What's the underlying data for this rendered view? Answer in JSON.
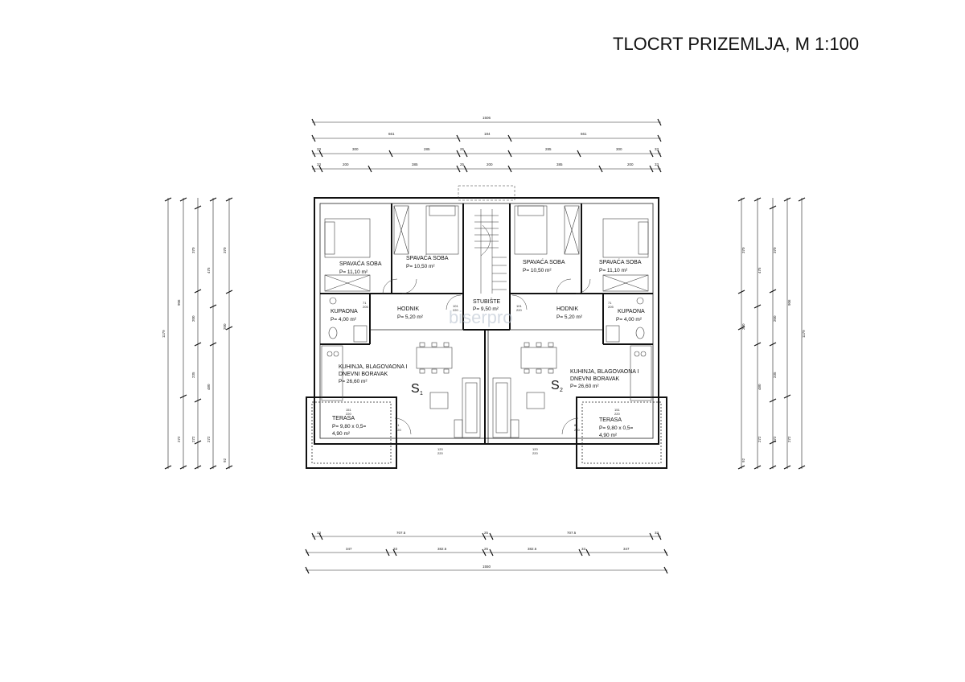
{
  "title": "TLOCRT PRIZEMLJA, M 1:100",
  "watermark": "biserpro",
  "dims": {
    "top_total": "1506",
    "top_row2": [
      "661",
      "184",
      "661"
    ],
    "top_row3": [
      "33",
      "300",
      "285",
      "25",
      "285",
      "300",
      "33"
    ],
    "top_row4": [
      "33",
      "200",
      "385",
      "25",
      "200",
      "385",
      "200",
      "33"
    ],
    "bottom_row1": [
      "33",
      "707.5",
      "25",
      "707.5",
      "33"
    ],
    "bottom_row2": [
      "347",
      "33",
      "382.5",
      "25",
      "382.5",
      "33",
      "347"
    ],
    "bottom_total": "1550",
    "side_total": "1179",
    "side_mid": [
      "906",
      "272"
    ],
    "side_rows": [
      "475",
      "200",
      "480",
      "272",
      "92"
    ],
    "side_fine": [
      "33",
      "370",
      "25",
      "135",
      "200",
      "235",
      "33",
      "272",
      "33",
      "92"
    ]
  },
  "rooms": [
    {
      "name": "SPAVAĆA SOBA",
      "area": "P= 11,10 m²"
    },
    {
      "name": "SPAVAĆA SOBA",
      "area": "P= 10,50 m²"
    },
    {
      "name": "SPAVAĆA SOBA",
      "area": "P= 10,50 m²"
    },
    {
      "name": "SPAVAĆA SOBA",
      "area": "P= 11,10 m²"
    },
    {
      "name": "KUPAONA",
      "area": "P= 4,00 m²"
    },
    {
      "name": "HODNIK",
      "area": "P= 5,20 m²"
    },
    {
      "name": "STUBIŠTE",
      "area": "P= 9,50 m²"
    },
    {
      "name": "HODNIK",
      "area": "P= 5,20 m²"
    },
    {
      "name": "KUPAONA",
      "area": "P= 4,00 m²"
    }
  ],
  "living": [
    {
      "line1": "KUHINJA, BLAGOVAONA I",
      "line2": "DNEVNI BORAVAK",
      "area": "P= 26,60 m²",
      "unit": "S",
      "unit_sub": "1"
    },
    {
      "line1": "KUHINJA, BLAGOVAONA I",
      "line2": "DNEVNI BORAVAK",
      "area": "P= 26,60 m²",
      "unit": "S",
      "unit_sub": "2"
    }
  ],
  "terraces": [
    {
      "name": "TERASA",
      "calc": "P= 9,80 x 0,5=",
      "area": "4,90 m²"
    },
    {
      "name": "TERASA",
      "calc": "P= 9,80 x 0,5=",
      "area": "4,90 m²"
    }
  ],
  "door_labels": {
    "d1": [
      "101",
      "220"
    ],
    "d2": [
      "101",
      "220"
    ],
    "d3": [
      "71",
      "205"
    ],
    "d4": [
      "71",
      "205"
    ],
    "d5": [
      "81",
      "220"
    ],
    "d6": [
      "81",
      "220"
    ],
    "d7": [
      "151",
      "220"
    ],
    "d8": [
      "151",
      "220"
    ],
    "d9": [
      "120",
      "220"
    ],
    "d10": [
      "120",
      "220"
    ]
  }
}
